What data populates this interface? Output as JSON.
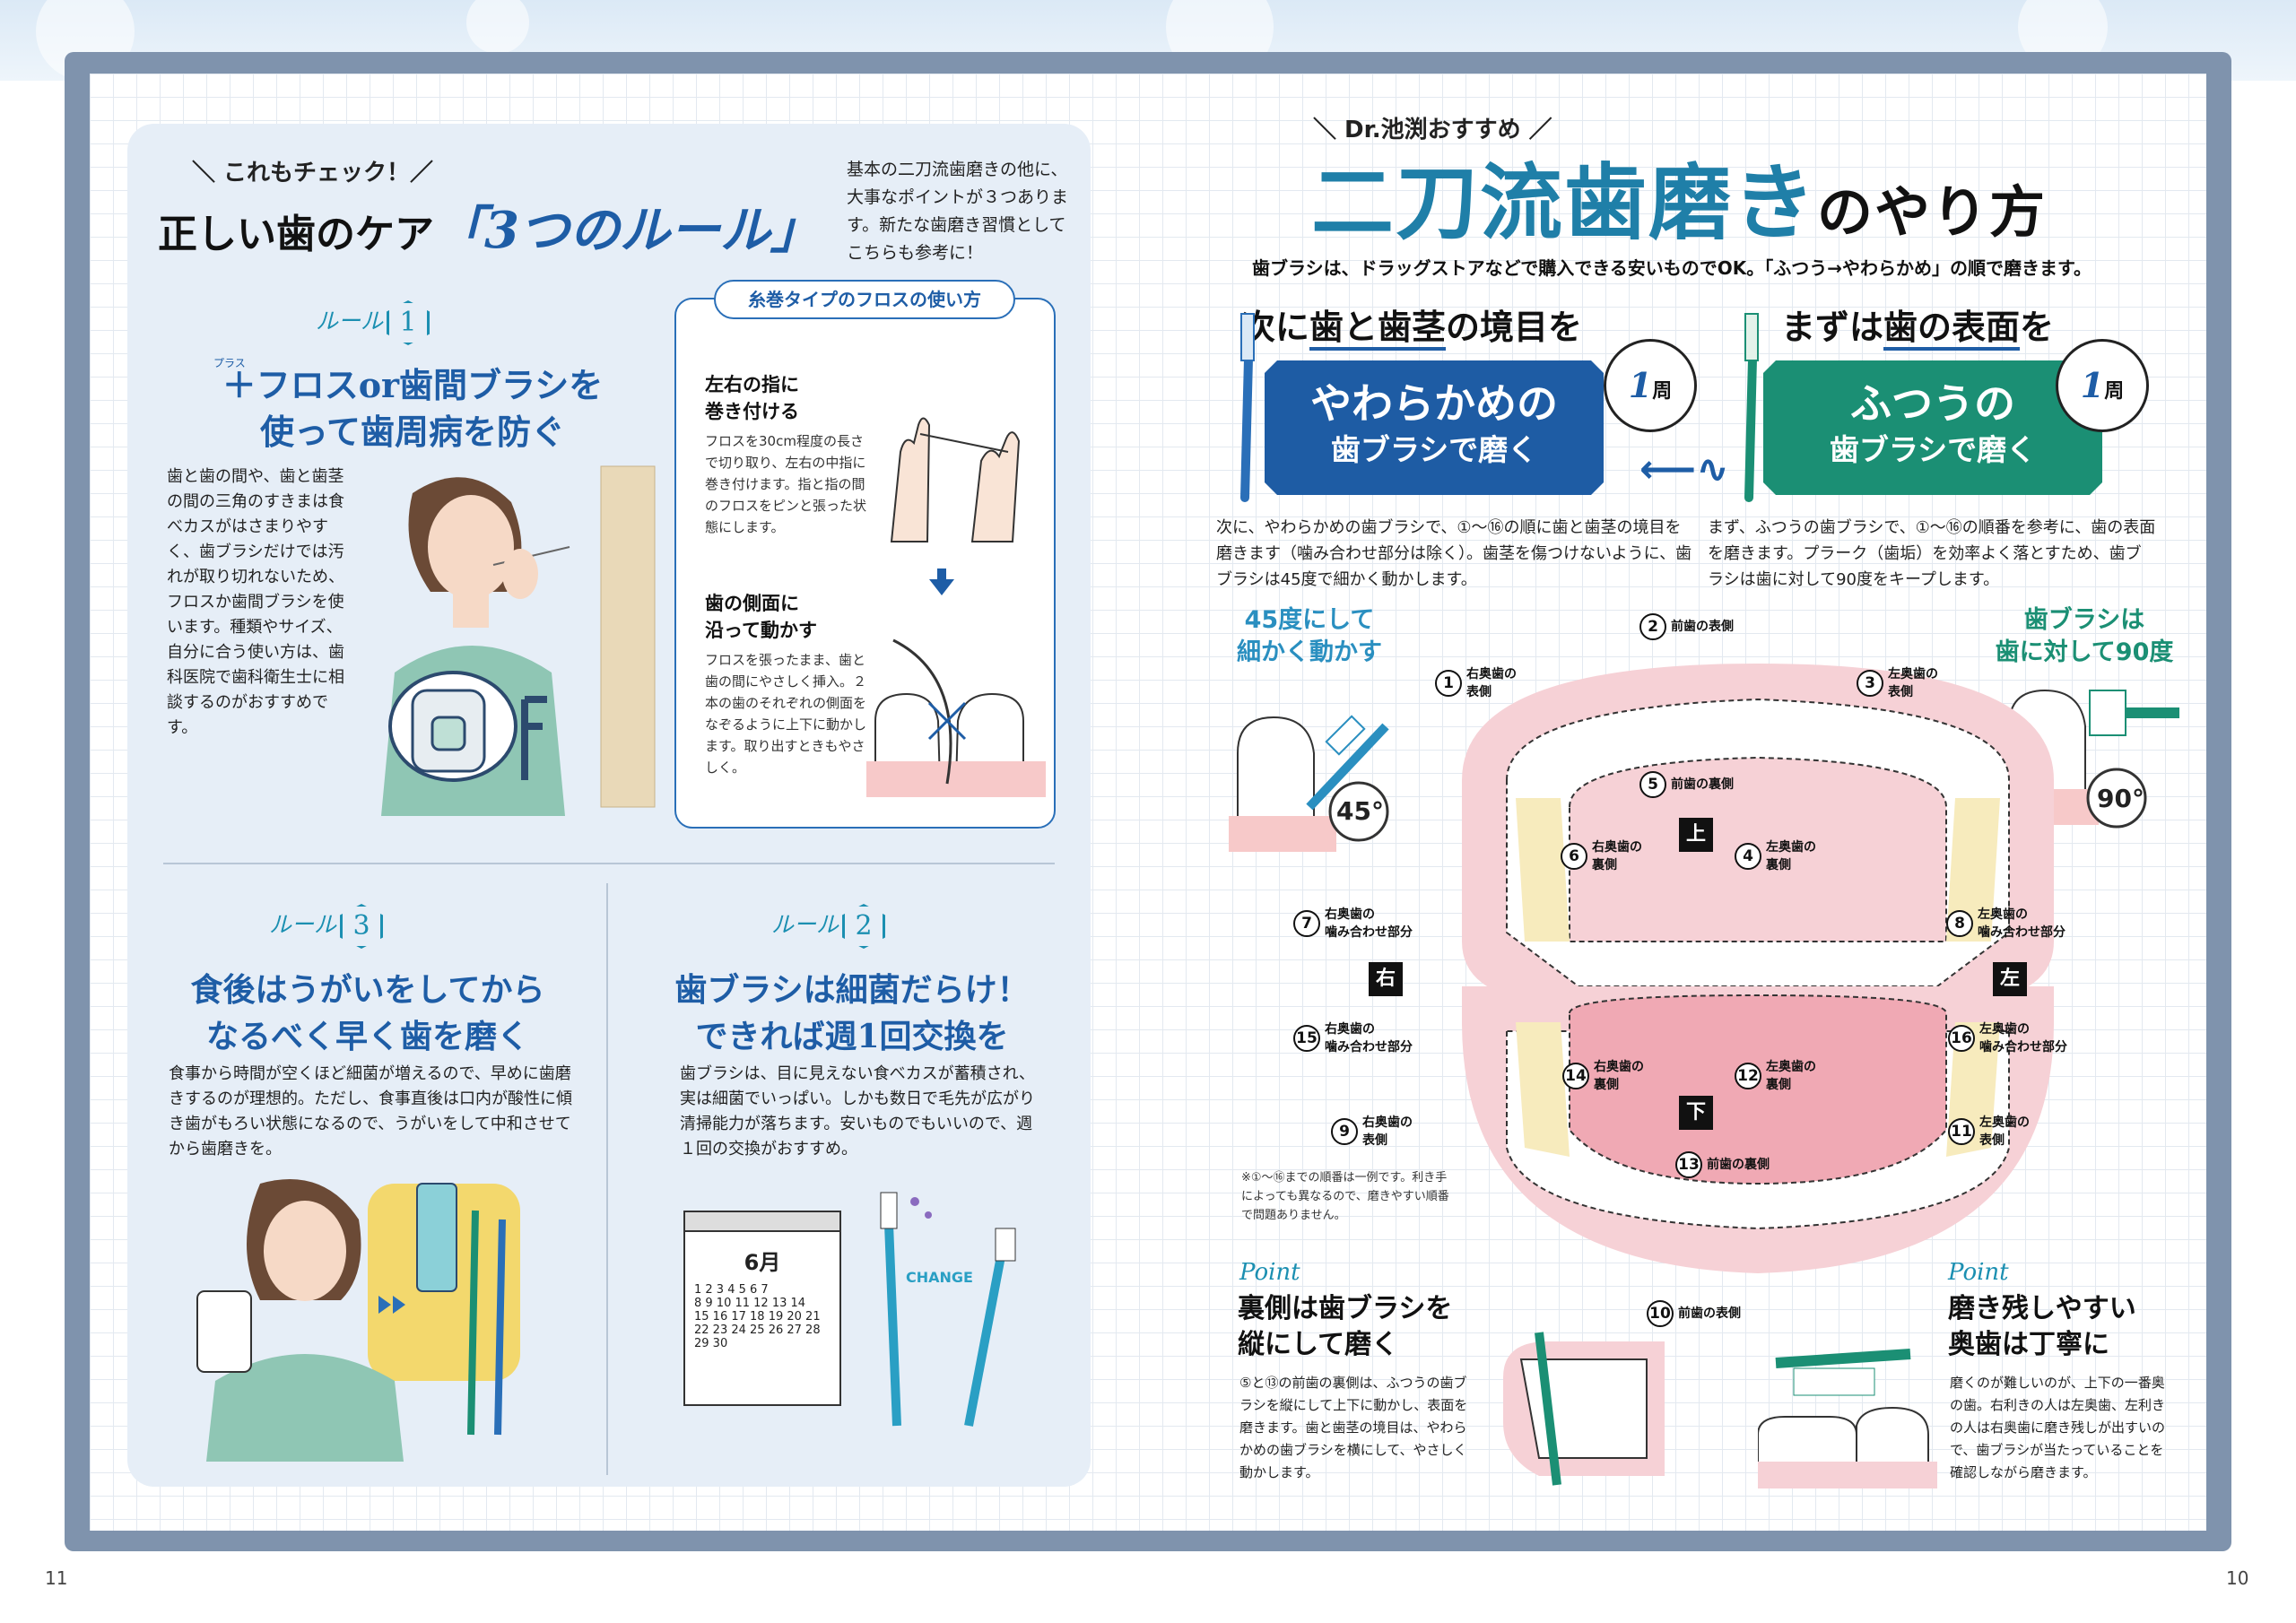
{
  "left_page": {
    "eyebrow": "＼ これもチェック！／",
    "title_main": "正しい歯のケア",
    "title_accent": "「3つのルール」",
    "intro": "基本の二刀流歯磨きの他に、大事なポイントが３つあります。新たな歯磨き習慣としてこちらも参考に！",
    "rule_word": "ルール",
    "rule1": {
      "num": "1",
      "ruby": "プラス",
      "head_line1": "＋フロスor歯間ブラシを",
      "head_line2": "使って歯周病を防ぐ",
      "body": "歯と歯の間や、歯と歯茎の間の三角のすきまは食べカスがはさまりやすく、歯ブラシだけでは汚れが取り切れないため、フロスか歯間ブラシを使います。種類やサイズ、自分に合う使い方は、歯科医院で歯科衛生士に相談するのがおすすめです。"
    },
    "floss": {
      "tag": "糸巻タイプのフロスの使い方",
      "step1_head_l1": "左右の指に",
      "step1_head_l2": "巻き付ける",
      "step1_body": "フロスを30cm程度の長さで切り取り、左右の中指に巻き付けます。指と指の間のフロスをピンと張った状態にします。",
      "step2_head_l1": "歯の側面に",
      "step2_head_l2": "沿って動かす",
      "step2_body": "フロスを張ったまま、歯と歯の間にやさしく挿入。２本の歯のそれぞれの側面をなぞるように上下に動かします。取り出すときもやさしく。"
    },
    "rule3": {
      "num": "3",
      "head_line1": "食後はうがいをしてから",
      "head_line2": "なるべく早く歯を磨く",
      "body": "食事から時間が空くほど細菌が増えるので、早めに歯磨きするのが理想的。ただし、食事直後は口内が酸性に傾き歯がもろい状態になるので、うがいをして中和させてから歯磨きを。"
    },
    "rule2": {
      "num": "2",
      "head_line1": "歯ブラシは細菌だらけ！",
      "head_line2": "できれば週1回交換を",
      "body": "歯ブラシは、目に見えない食べカスが蓄積され、実は細菌でいっぱい。しかも数日で毛先が広がり清掃能力が落ちます。安いものでもいいので、週１回の交換がおすすめ。"
    },
    "calendar": {
      "month": "6月",
      "rows": [
        "1 2 3 4 5 6 7",
        "8 9 10 11 12 13 14",
        "15 16 17 18 19 20 21",
        "22 23 24 25 26 27 28",
        "29 30"
      ]
    },
    "change_label": "CHANGE",
    "page_number": "11"
  },
  "right_page": {
    "eyebrow": "＼ Dr.池渕おすすめ ／",
    "title_main": "二刀流歯磨き",
    "title_small": "のやり方",
    "subline": "歯ブラシは、ドラッグストアなどで購入できる安いものでOK。「ふつう→やわらかめ」の順で磨きます。",
    "step2": {
      "head_a": "次に",
      "head_b": "歯と歯茎",
      "head_c": "の境目を",
      "card_line1": "やわらかめの",
      "card_line2": "歯ブラシで磨く",
      "count": "1",
      "count_unit": "周",
      "body": "次に、やわらかめの歯ブラシで、①〜⑯の順に歯と歯茎の境目を磨きます（噛み合わせ部分は除く）。歯茎を傷つけないように、歯ブラシは45度で細かく動かします。",
      "side_label_l1": "45度にして",
      "side_label_l2": "細かく動かす",
      "angle": "45°",
      "color": "#1e5ca4"
    },
    "step1": {
      "head_a": "まずは",
      "head_b": "歯の表面",
      "head_c": "を",
      "card_line1": "ふつうの",
      "card_line2": "歯ブラシで磨く",
      "count": "1",
      "count_unit": "周",
      "body": "まず、ふつうの歯ブラシで、①〜⑯の順番を参考に、歯の表面を磨きます。プラーク（歯垢）を効率よく落とすため、歯ブラシは歯に対して90度をキープします。",
      "side_label_l1": "歯ブラシは",
      "side_label_l2": "歯に対して90度",
      "angle": "90°",
      "color": "#1b8f74"
    },
    "teeth": [
      {
        "n": "1",
        "l1": "右奥歯の",
        "l2": "表側"
      },
      {
        "n": "2",
        "l1": "前歯の表側",
        "l2": ""
      },
      {
        "n": "3",
        "l1": "左奥歯の",
        "l2": "表側"
      },
      {
        "n": "4",
        "l1": "左奥歯の",
        "l2": "裏側"
      },
      {
        "n": "5",
        "l1": "前歯の裏側",
        "l2": ""
      },
      {
        "n": "6",
        "l1": "右奥歯の",
        "l2": "裏側"
      },
      {
        "n": "7",
        "l1": "右奥歯の",
        "l2": "噛み合わせ部分"
      },
      {
        "n": "8",
        "l1": "左奥歯の",
        "l2": "噛み合わせ部分"
      },
      {
        "n": "9",
        "l1": "右奥歯の",
        "l2": "表側"
      },
      {
        "n": "10",
        "l1": "前歯の表側",
        "l2": ""
      },
      {
        "n": "11",
        "l1": "左奥歯の",
        "l2": "表側"
      },
      {
        "n": "12",
        "l1": "左奥歯の",
        "l2": "裏側"
      },
      {
        "n": "13",
        "l1": "前歯の裏側",
        "l2": ""
      },
      {
        "n": "14",
        "l1": "右奥歯の",
        "l2": "裏側"
      },
      {
        "n": "15",
        "l1": "右奥歯の",
        "l2": "噛み合わせ部分"
      },
      {
        "n": "16",
        "l1": "左奥歯の",
        "l2": "噛み合わせ部分"
      }
    ],
    "jaw_upper": "上",
    "jaw_lower": "下",
    "side_right": "右",
    "side_left": "左",
    "note": "※①〜⑯までの順番は一例です。利き手によっても異なるので、磨きやすい順番で問題ありません。",
    "point_word": "Point",
    "point1": {
      "head_l1": "裏側は歯ブラシを",
      "head_l2": "縦にして磨く",
      "body": "⑤と⑬の前歯の裏側は、ふつうの歯ブラシを縦にして上下に動かし、表面を磨きます。歯と歯茎の境目は、やわらかめの歯ブラシを横にして、やさしく動かします。"
    },
    "point2": {
      "head_l1": "磨き残しやすい",
      "head_l2": "奥歯は丁寧に",
      "body": "磨くのが難しいのが、上下の一番奥の歯。右利きの人は左奥歯、左利きの人は右奥歯に磨き残しが出すいので、歯ブラシが当たっていることを確認しながら磨きます。"
    },
    "page_number": "10"
  },
  "colors": {
    "blue": "#1e5da6",
    "teal": "#1b8fb1",
    "green": "#1b8f74",
    "panel": "#e6eef7"
  }
}
